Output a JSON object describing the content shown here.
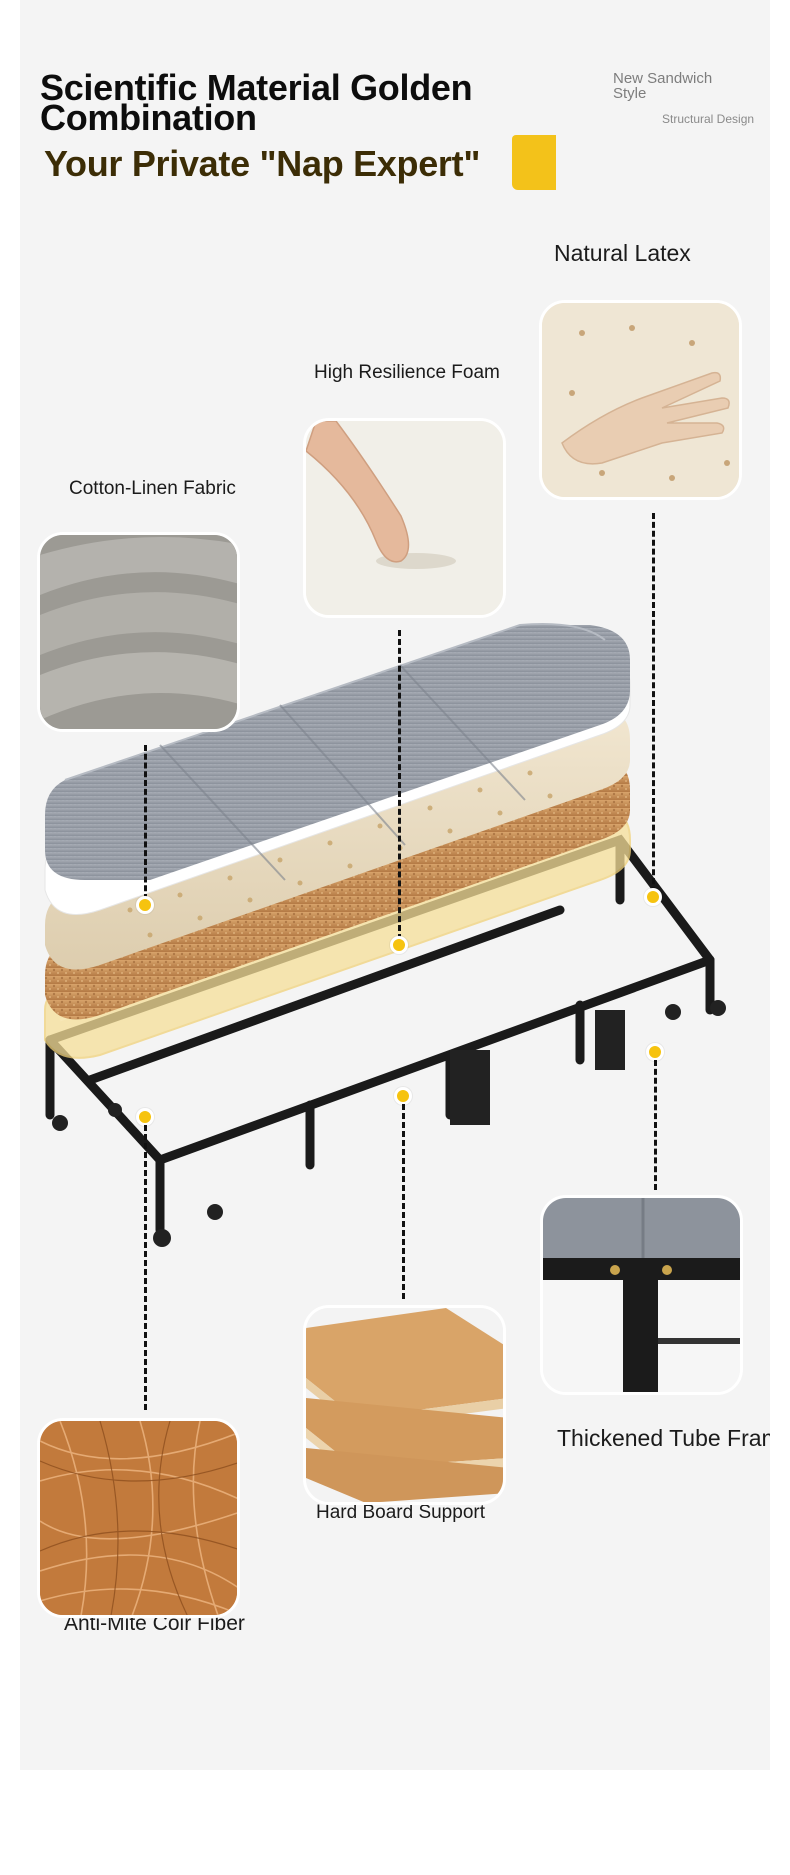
{
  "header": {
    "title": "Scientific Material Golden Combination",
    "subtitle": "Your Private \"Nap Expert\"",
    "tag_style": "New Sandwich Style",
    "tag_design": "Structural Design"
  },
  "layers": {
    "natural_latex": "Natural Latex",
    "high_resilience_foam": "High Resilience Foam",
    "cotton_linen_fabric": "Cotton-Linen Fabric",
    "thickened_tube_frame": "Thickened Tube Frame",
    "hard_board_support": "Hard Board Support",
    "anti_mite_coir_fiber": "Anti-Mite Coir Fiber"
  },
  "colors": {
    "accent_yellow": "#f6c30f",
    "title_brown": "#3c2d06",
    "fabric_gray": "#9aa0aa",
    "foam_white": "#ffffff",
    "latex_cream": "#ecdfc5",
    "coir_brown": "#c8915a",
    "board_yellow": "#f6df98",
    "frame_black": "#1a1a1a"
  }
}
